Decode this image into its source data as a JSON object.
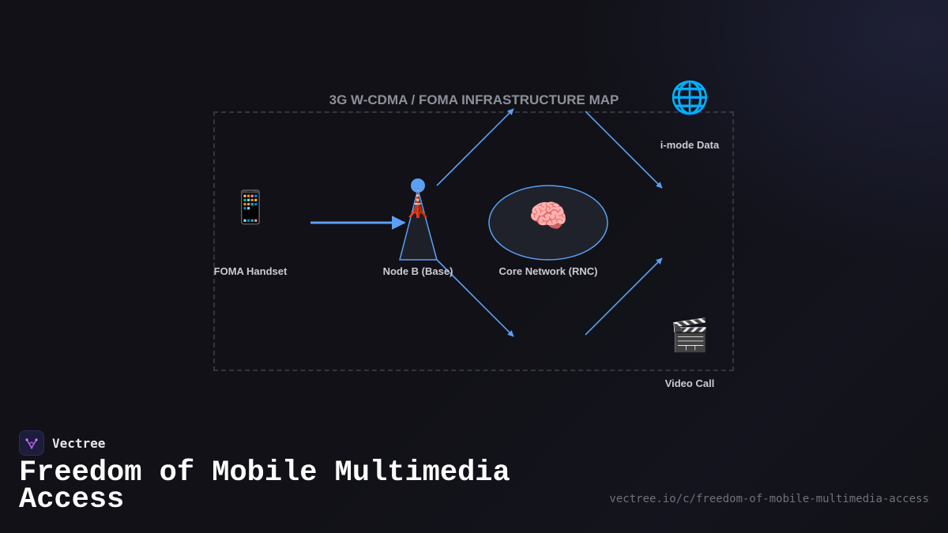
{
  "diagram": {
    "title": "3G W-CDMA / FOMA INFRASTRUCTURE MAP",
    "accent_color": "#5aa0f2",
    "frame_color": "#34363f",
    "nodes": [
      {
        "id": "handset",
        "label": "FOMA Handset",
        "icon": "mobile-phone-icon",
        "glyph": "📱"
      },
      {
        "id": "nodeb",
        "label": "Node B (Base)",
        "icon": "tower-icon",
        "glyph": "🗼"
      },
      {
        "id": "rnc",
        "label": "Core Network (RNC)",
        "icon": "brain-icon",
        "glyph": "🧠"
      },
      {
        "id": "imode",
        "label": "i-mode Data",
        "icon": "globe-icon",
        "glyph": "🌐"
      },
      {
        "id": "video",
        "label": "Video Call",
        "icon": "clapperboard-icon",
        "glyph": "🎬"
      }
    ],
    "links": [
      {
        "from": "handset",
        "to": "nodeb"
      },
      {
        "from": "nodeb",
        "to": "rnc",
        "route": "upper"
      },
      {
        "from": "nodeb",
        "to": "rnc",
        "route": "lower"
      },
      {
        "from": "rnc",
        "to": "imode"
      },
      {
        "from": "rnc",
        "to": "video"
      }
    ]
  },
  "footer": {
    "brand_name": "Vectree",
    "brand_icon": "vectree-logo-icon",
    "headline": "Freedom of Mobile Multimedia Access",
    "url": "vectree.io/c/freedom-of-mobile-multimedia-access"
  }
}
